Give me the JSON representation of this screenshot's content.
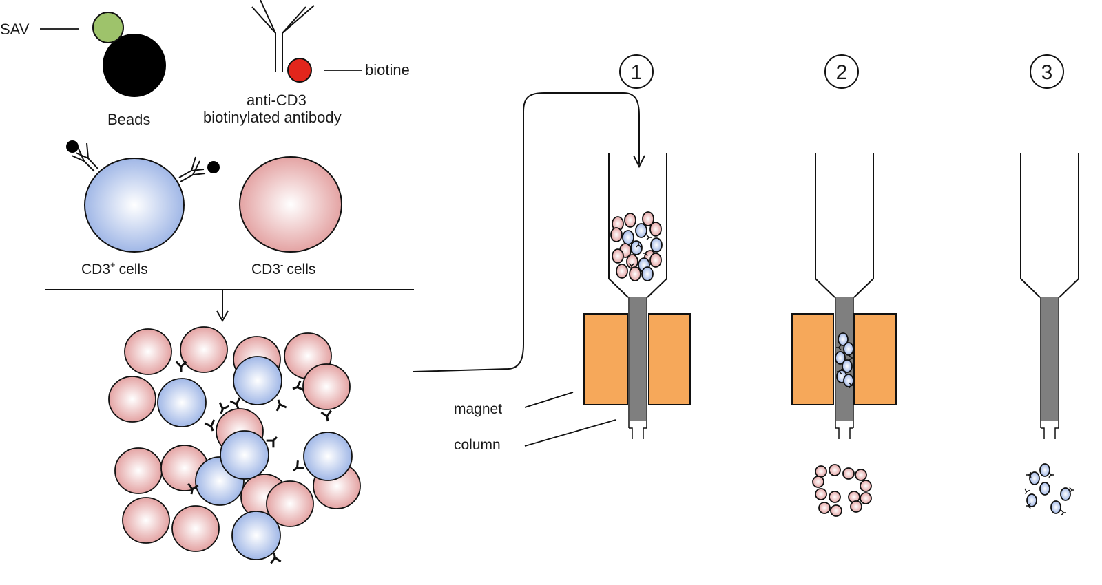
{
  "legend": {
    "sav_label": "SAV",
    "beads_label": "Beads",
    "biotine_label": "biotine",
    "antibody_label_line1": "anti-CD3",
    "antibody_label_line2": "biotinylated antibody",
    "cd3_pos_base": "CD3",
    "cd3_pos_sup": "+",
    "cd3_pos_rest": "cells",
    "cd3_neg_base": "CD3",
    "cd3_neg_sup": "-",
    "cd3_neg_rest": "cells"
  },
  "separation": {
    "magnet_label": "magnet",
    "column_label": "column",
    "steps": [
      "1",
      "2",
      "3"
    ]
  },
  "colors": {
    "sav_green": "#9ec36b",
    "bead_black": "#000000",
    "biotin_red": "#e2261c",
    "cd3_pos_blue": "#a9bde8",
    "cd3_neg_pink": "#e8abab",
    "magnet_orange": "#f6a85a",
    "column_gray": "#7f7f7f"
  }
}
